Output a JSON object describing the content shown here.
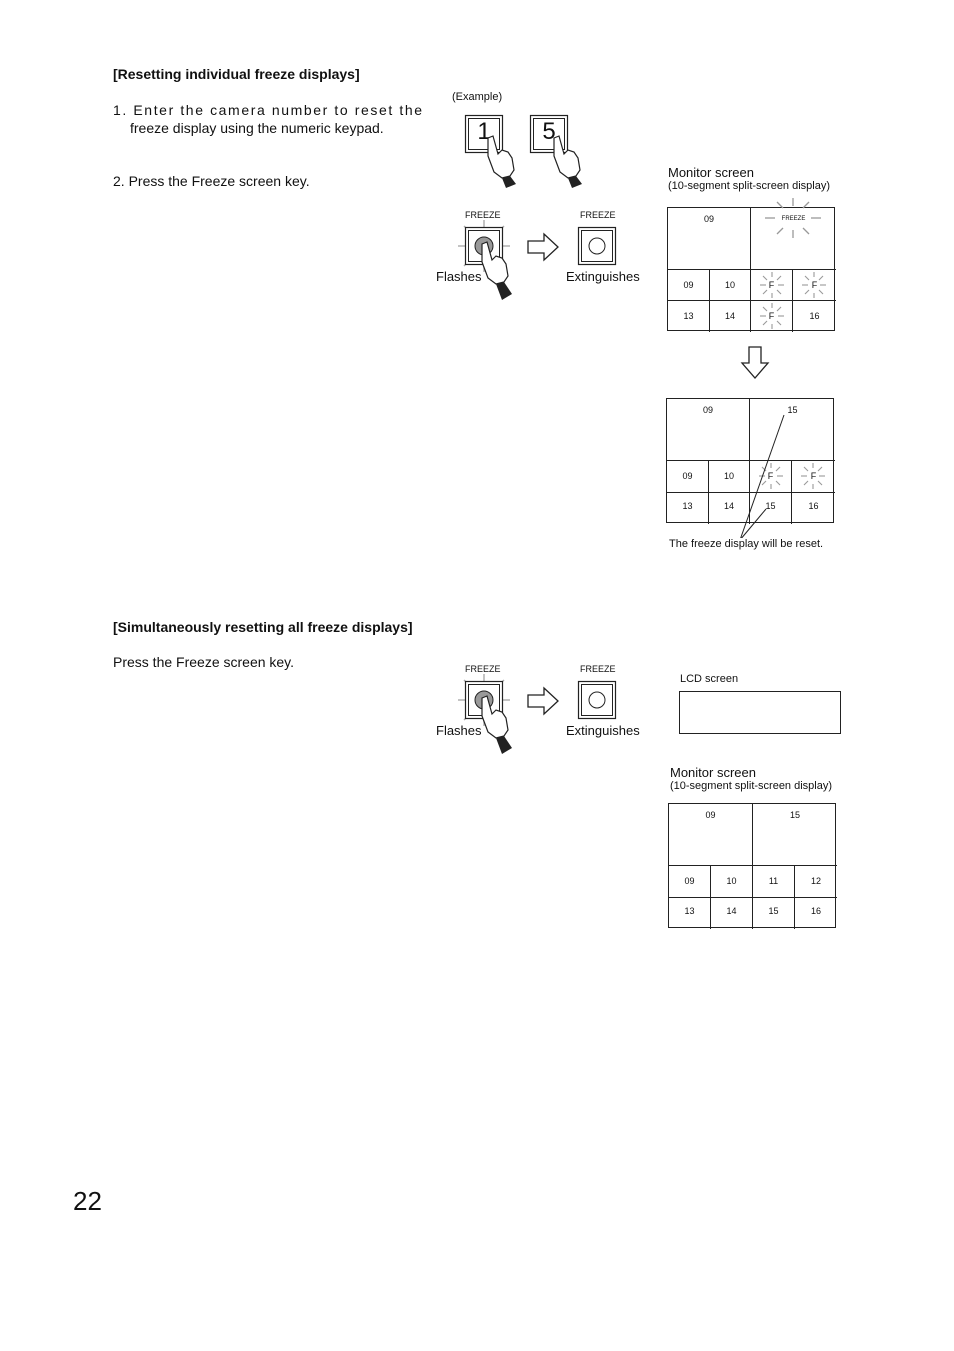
{
  "section1": {
    "heading": "[Resetting individual freeze displays]",
    "step1_line1": "1. Enter the camera number to reset the",
    "step1_line2": "freeze display using the numeric keypad.",
    "step2": "2. Press the Freeze screen key.",
    "example_label": "(Example)",
    "keys": [
      "1",
      "5"
    ],
    "freeze_key_label": "FREEZE",
    "flashes_label": "Flashes",
    "extinguishes_label": "Extinguishes",
    "monitor_title": "Monitor screen",
    "monitor_subtitle": "(10-segment split-screen display)",
    "screen_before": {
      "big_left": "09",
      "big_right": "FREEZE",
      "row1": [
        "09",
        "10",
        "F",
        "F"
      ],
      "row2": [
        "13",
        "14",
        "F",
        "16"
      ]
    },
    "screen_after": {
      "big_left": "09",
      "big_right": "15",
      "row1": [
        "09",
        "10",
        "F",
        "F"
      ],
      "row2": [
        "13",
        "14",
        "15",
        "16"
      ]
    },
    "reset_note": "The freeze display will be reset."
  },
  "section2": {
    "heading": "[Simultaneously resetting all freeze displays]",
    "instruction": "Press the Freeze screen key.",
    "freeze_key_label": "FREEZE",
    "flashes_label": "Flashes",
    "extinguishes_label": "Extinguishes",
    "lcd_title": "LCD screen",
    "monitor_title": "Monitor screen",
    "monitor_subtitle": "(10-segment split-screen display)",
    "screen": {
      "big_left": "09",
      "big_right": "15",
      "row1": [
        "09",
        "10",
        "11",
        "12"
      ],
      "row2": [
        "13",
        "14",
        "15",
        "16"
      ]
    }
  },
  "page_number": "22"
}
